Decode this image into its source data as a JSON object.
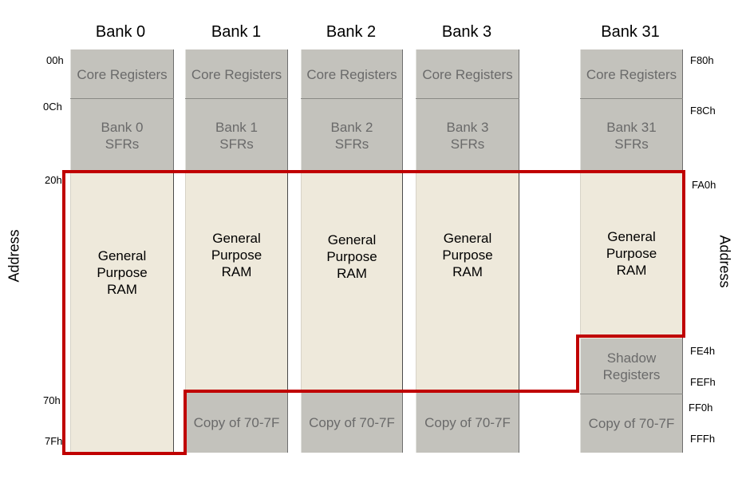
{
  "banks": [
    {
      "title": "Bank 0",
      "core": "Core Registers",
      "sfr": "Bank 0\nSFRs",
      "ram": "General\nPurpose\nRAM"
    },
    {
      "title": "Bank 1",
      "core": "Core Registers",
      "sfr": "Bank 1\nSFRs",
      "ram": "General\nPurpose\nRAM",
      "copy": "Copy of 70-7F"
    },
    {
      "title": "Bank 2",
      "core": "Core Registers",
      "sfr": "Bank 2\nSFRs",
      "ram": "General\nPurpose\nRAM",
      "copy": "Copy of 70-7F"
    },
    {
      "title": "Bank 3",
      "core": "Core Registers",
      "sfr": "Bank 3\nSFRs",
      "ram": "General\nPurpose\nRAM",
      "copy": "Copy of 70-7F"
    },
    {
      "title": "Bank 31",
      "core": "Core Registers",
      "sfr": "Bank 31\nSFRs",
      "ram": "General\nPurpose\nRAM",
      "shadow": "Shadow\nRegisters",
      "copy": "Copy of 70-7F"
    }
  ],
  "left_addresses": [
    "00h",
    "0Ch",
    "20h",
    "70h",
    "7Fh"
  ],
  "right_addresses": [
    "F80h",
    "F8Ch",
    "FA0h",
    "FE4h",
    "FEFh",
    "FF0h",
    "FFFh"
  ],
  "axis_label_left": "Address",
  "axis_label_right": "Address",
  "colors": {
    "register_fill": "#c3c2bc",
    "ram_fill": "#eee9db",
    "highlight": "#c00000"
  }
}
